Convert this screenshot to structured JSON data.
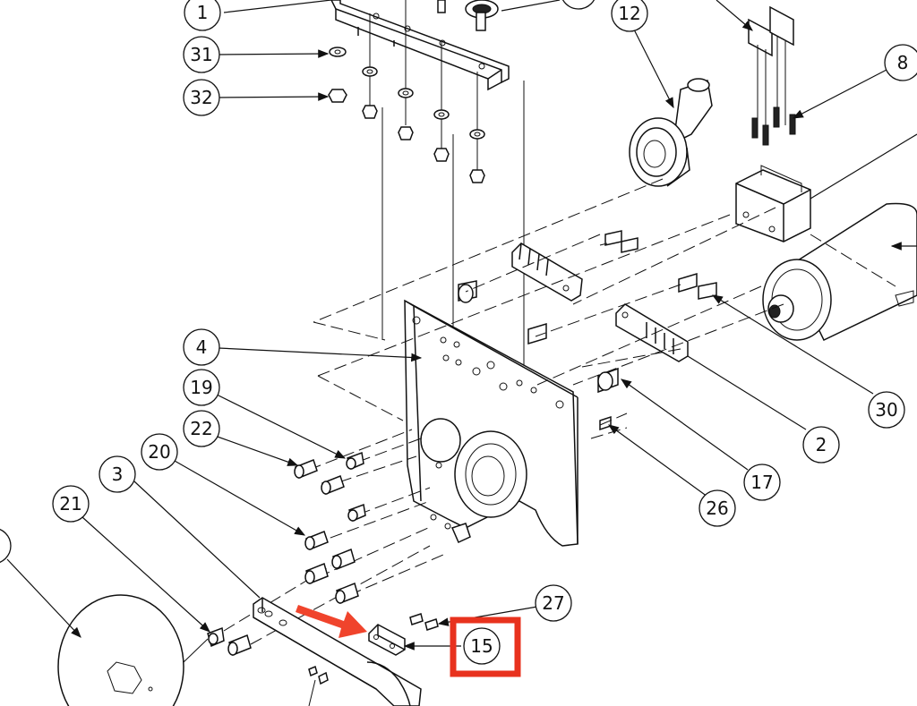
{
  "diagram": {
    "callouts": [
      {
        "id": "c1",
        "label": "1"
      },
      {
        "id": "c31",
        "label": "31"
      },
      {
        "id": "c32",
        "label": "32"
      },
      {
        "id": "c12",
        "label": "12"
      },
      {
        "id": "c8",
        "label": "8"
      },
      {
        "id": "c4",
        "label": "4"
      },
      {
        "id": "c19",
        "label": "19"
      },
      {
        "id": "c22",
        "label": "22"
      },
      {
        "id": "c20",
        "label": "20"
      },
      {
        "id": "c3",
        "label": "3"
      },
      {
        "id": "c21",
        "label": "21"
      },
      {
        "id": "c30",
        "label": "30"
      },
      {
        "id": "c2",
        "label": "2"
      },
      {
        "id": "c17",
        "label": "17"
      },
      {
        "id": "c26",
        "label": "26"
      },
      {
        "id": "c27",
        "label": "27"
      },
      {
        "id": "c15",
        "label": "15"
      }
    ],
    "highlight": {
      "target": "15",
      "color": "#e8321e"
    },
    "pointer_arrow_color": "#f0442c"
  }
}
